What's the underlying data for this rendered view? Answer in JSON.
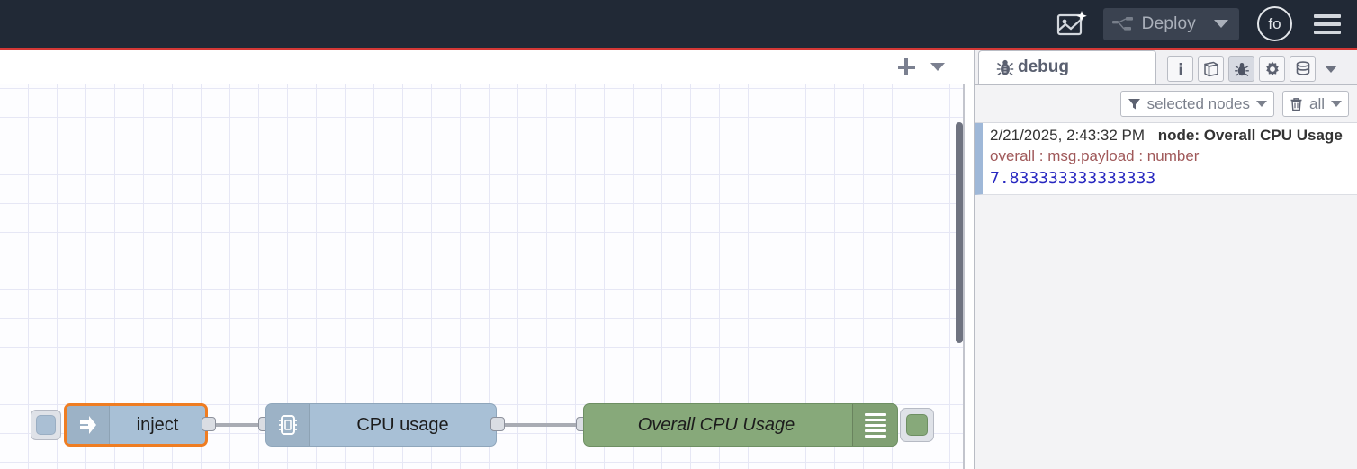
{
  "header": {
    "ai_icon": "ai-flow-icon",
    "deploy_icon": "deploy-icon",
    "deploy_label": "Deploy",
    "deploy_caret": "chevron-down-icon",
    "avatar_initials": "fo",
    "menu_icon": "hamburger-menu-icon",
    "accent_color": "#d53836",
    "background_color": "#212936"
  },
  "workspace": {
    "tabbar": {
      "add_icon": "plus-icon",
      "menu_caret": "chevron-down-icon"
    },
    "nodes": [
      {
        "id": "inject",
        "type": "inject",
        "label": "inject",
        "icon": "arrow-right-icon",
        "selected": true,
        "color": "#a8c0d6",
        "selection_color": "#ef7d22"
      },
      {
        "id": "cpu-usage",
        "type": "function",
        "label": "CPU usage",
        "icon": "microchip-icon",
        "selected": false,
        "color": "#a8c0d6"
      },
      {
        "id": "overall-cpu-usage",
        "type": "debug",
        "label": "Overall CPU Usage",
        "icon": "debug-lines-icon",
        "status_icon": "debug-toggle-button",
        "selected": false,
        "color": "#87a97a"
      }
    ]
  },
  "sidebar": {
    "tabs": [
      {
        "id": "debug",
        "label": "debug",
        "icon": "bug-icon",
        "active": true
      }
    ],
    "tab_icons": [
      {
        "name": "info-icon",
        "glyph": "i",
        "active": false
      },
      {
        "name": "book-icon",
        "glyph": "book",
        "active": false
      },
      {
        "name": "bug-icon",
        "glyph": "bug",
        "active": true
      },
      {
        "name": "gear-icon",
        "glyph": "gear",
        "active": false
      },
      {
        "name": "context-data-icon",
        "glyph": "stack",
        "active": false
      }
    ],
    "tab_icons_caret": "chevron-down-icon",
    "filters": {
      "node_filter_icon": "filter-icon",
      "node_filter_label": "selected nodes",
      "node_filter_caret": "chevron-down-icon",
      "clear_icon": "trash-icon",
      "clear_label": "all",
      "clear_caret": "chevron-down-icon"
    },
    "messages": [
      {
        "timestamp": "2/21/2025, 2:43:32 PM",
        "node": "node: Overall CPU Usage",
        "topic": "overall : msg.payload : number",
        "value": "7.833333333333333"
      }
    ]
  }
}
